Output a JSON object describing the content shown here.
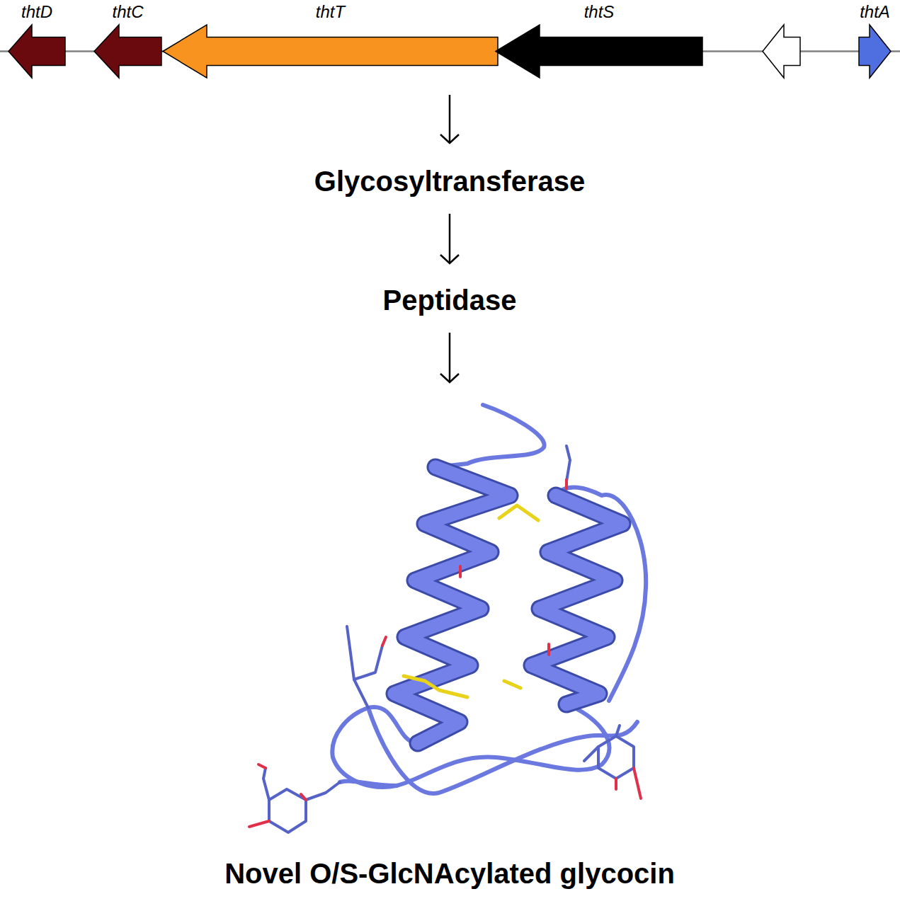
{
  "diagram": {
    "nodes": [
      {
        "text": [
          "thtD"
        ]
      },
      {
        "text": [
          "thtC"
        ]
      },
      {
        "text": [
          "thtT"
        ]
      },
      {
        "text": [
          "thtS"
        ]
      },
      {
        "text": [
          "thtA"
        ]
      },
      {
        "text": [
          "Glycosyltransferase"
        ]
      },
      {
        "text": [
          "Peptidase"
        ]
      },
      {
        "text": [
          "Novel O/S-GlcNAcylated glycocin"
        ]
      }
    ],
    "edges": [
      {
        "from": 2,
        "to": 5,
        "arrow": "to"
      },
      {
        "from": 5,
        "to": 6,
        "arrow": "to"
      },
      {
        "from": 6,
        "to": 7,
        "arrow": "to"
      }
    ]
  }
}
